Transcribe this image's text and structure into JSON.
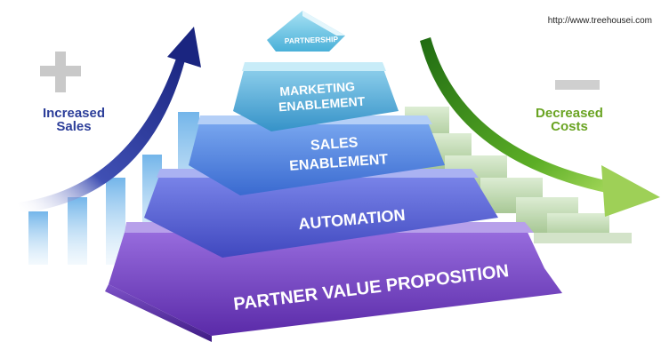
{
  "source_url": "http://www.treehousei.com",
  "left_label": {
    "line1": "Increased",
    "line2": "Sales"
  },
  "right_label": {
    "line1": "Decreased",
    "line2": "Costs"
  },
  "pyramid": {
    "tier5": "PARTNERSHIP",
    "tier4": {
      "line1": "MARKETING",
      "line2": "ENABLEMENT"
    },
    "tier3": {
      "line1": "SALES",
      "line2": "ENABLEMENT"
    },
    "tier2": "AUTOMATION",
    "tier1": "PARTNER VALUE PROPOSITION"
  },
  "colors": {
    "increase_arrow": "#1f2f8c",
    "decrease_arrow": "#6bb22b",
    "tier1": "#6a3cb8",
    "tier2": "#4a5ad0",
    "tier3": "#3f78d8",
    "tier4": "#3ba0d0",
    "tier5": "#4cb4d8"
  }
}
